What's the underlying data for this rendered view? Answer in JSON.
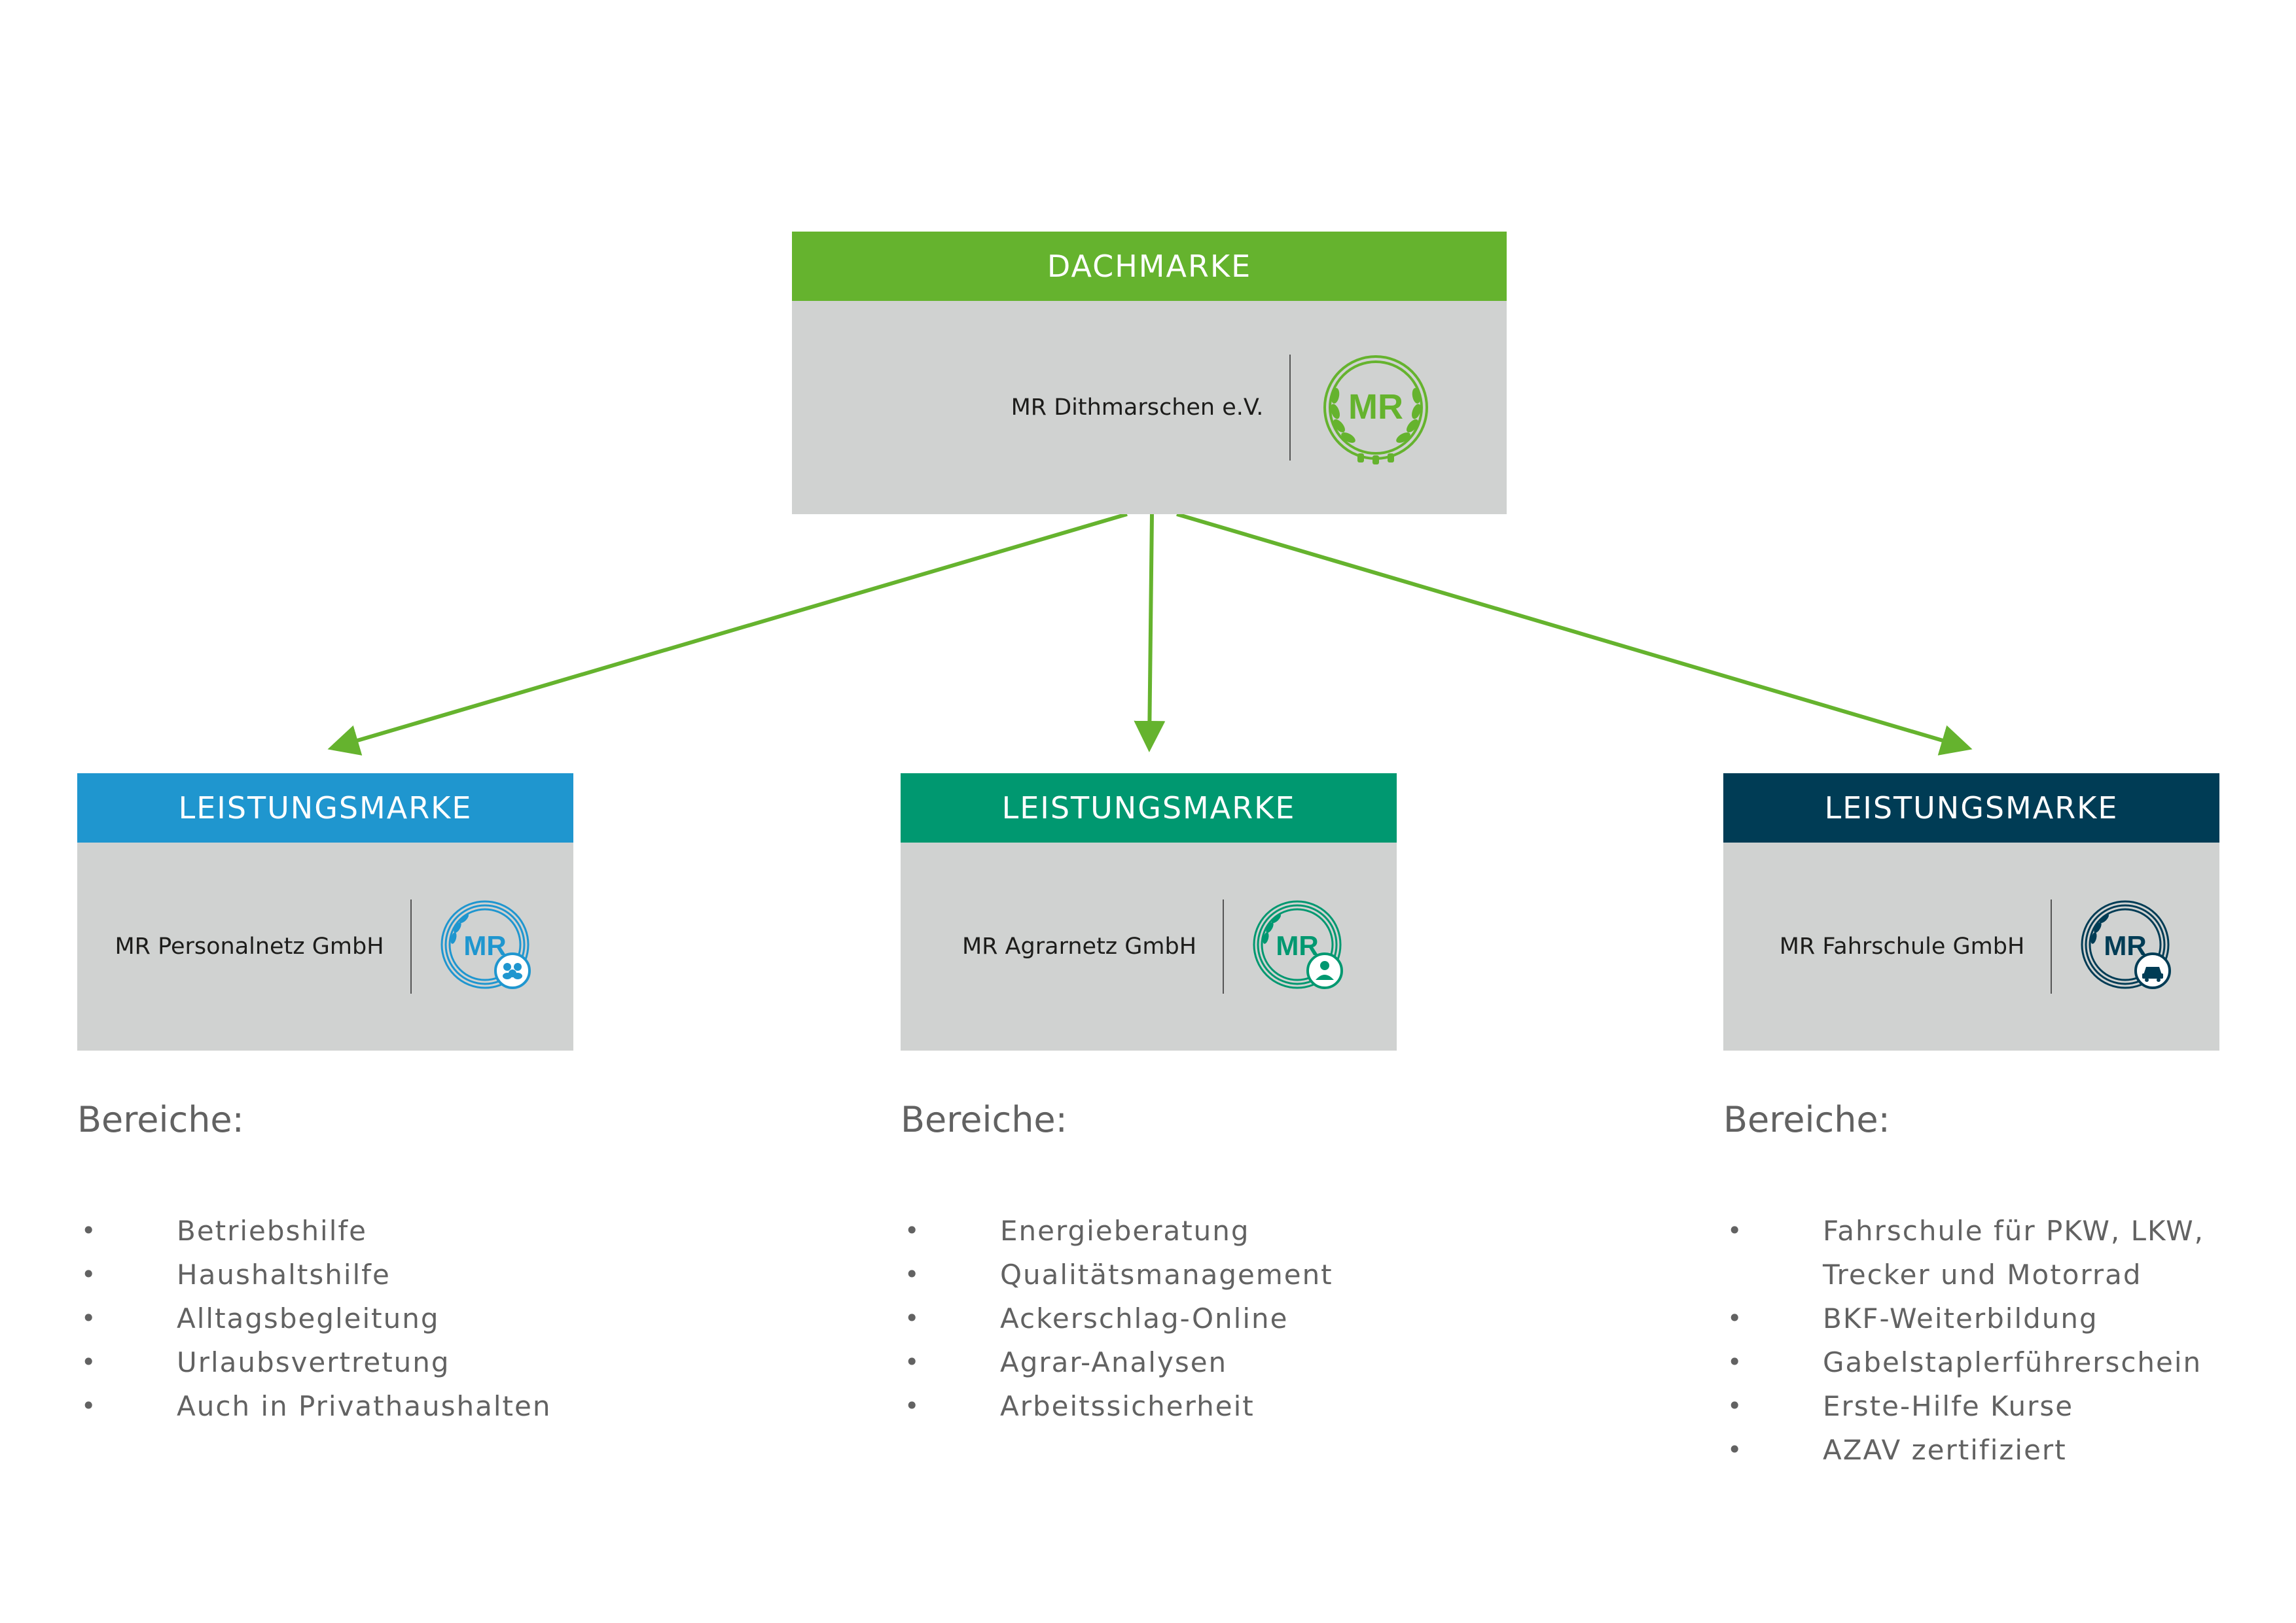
{
  "colors": {
    "umbrella": "#65b32e",
    "personal": "#1f96cf",
    "agrar": "#009870",
    "fahrschule": "#003c55",
    "panel": "#d0d2d1",
    "arrow": "#65b32e"
  },
  "umbrella": {
    "header": "DACHMARKE",
    "company": "MR Dithmarschen e.V.",
    "logo_text": "MR"
  },
  "brands": [
    {
      "header": "LEISTUNGSMARKE",
      "company": "MR Personalnetz GmbH",
      "logo_text": "MR",
      "icon": "people-icon",
      "section_title": "Bereiche:",
      "items": [
        "Betriebshilfe",
        "Haushaltshilfe",
        "Alltagsbegleitung",
        "Urlaubsvertretung",
        "Auch in Privathaushalten"
      ]
    },
    {
      "header": "LEISTUNGSMARKE",
      "company": "MR Agrarnetz GmbH",
      "logo_text": "MR",
      "icon": "farmer-icon",
      "section_title": "Bereiche:",
      "items": [
        "Energieberatung",
        "Qualitätsmanagement",
        "Ackerschlag-Online",
        "Agrar-Analysen",
        "Arbeitssicherheit"
      ]
    },
    {
      "header": "LEISTUNGSMARKE",
      "company": "MR Fahrschule GmbH",
      "logo_text": "MR",
      "icon": "car-icon",
      "section_title": "Bereiche:",
      "items": [
        "Fahrschule für PKW, LKW, Trecker und Motorrad",
        "BKF-Weiterbildung",
        "Gabelstaplerführerschein",
        "Erste-Hilfe Kurse",
        "AZAV zertifiziert"
      ]
    }
  ]
}
